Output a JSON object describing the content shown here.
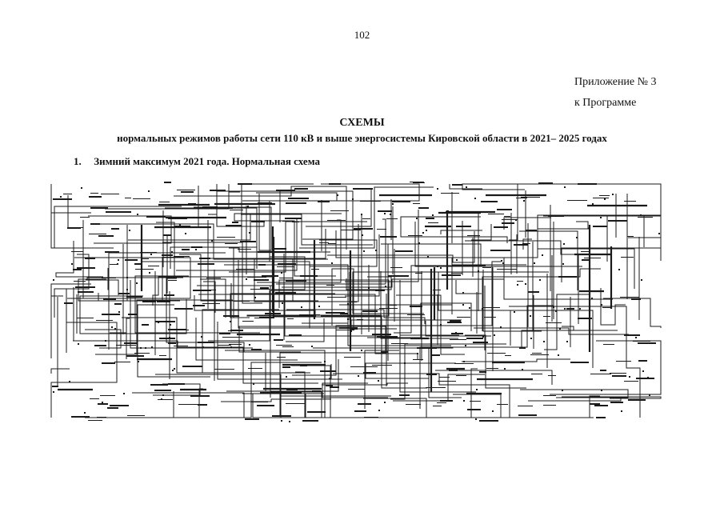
{
  "page": {
    "number": "102"
  },
  "appendix": {
    "line1": "Приложение № 3",
    "line2": "к Программе"
  },
  "heading": {
    "title": "СХЕМЫ",
    "subtitle": "нормальных режимов работы сети 110 кВ и выше энергосистемы Кировской области в 2021– 2025 годах"
  },
  "section": {
    "number": "1.",
    "title": "Зимний максимум 2021 года. Нормальная схема"
  },
  "scheme": {
    "line_color": "#1a1a1a"
  }
}
